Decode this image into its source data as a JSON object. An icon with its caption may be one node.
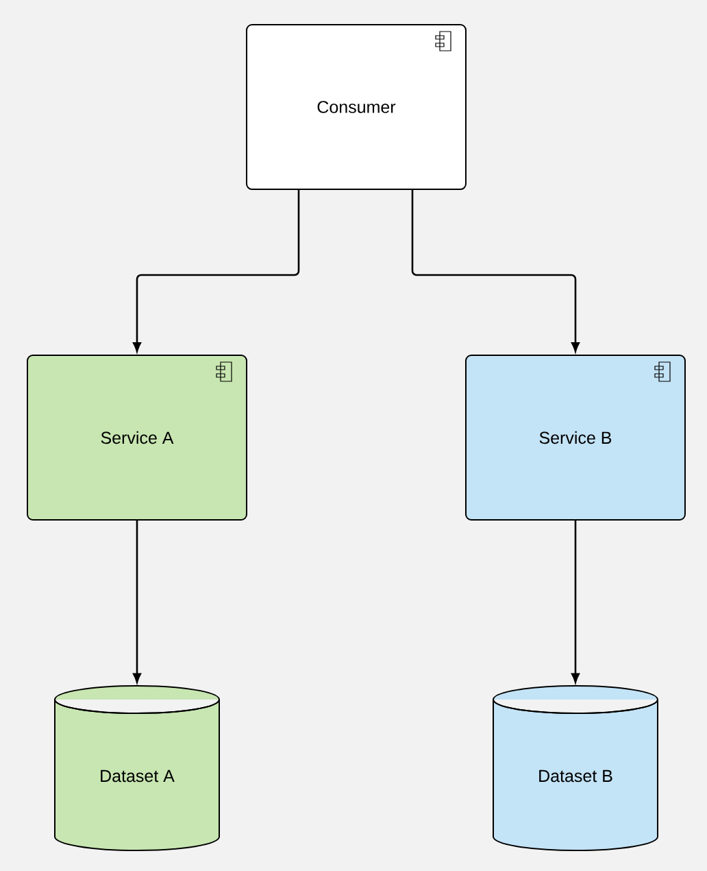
{
  "diagram": {
    "nodes": [
      {
        "text": [
          "Consumer"
        ]
      },
      {
        "text": [
          "Service A"
        ]
      },
      {
        "text": [
          "Service B"
        ]
      },
      {
        "text": [
          "Dataset A"
        ]
      },
      {
        "text": [
          "Dataset B"
        ]
      }
    ],
    "edges": [
      {
        "from": 0,
        "to": 1,
        "arrow": "to"
      },
      {
        "from": 0,
        "to": 2,
        "arrow": "to"
      },
      {
        "from": 1,
        "to": 3,
        "arrow": "to"
      },
      {
        "from": 2,
        "to": 4,
        "arrow": "to"
      }
    ]
  }
}
